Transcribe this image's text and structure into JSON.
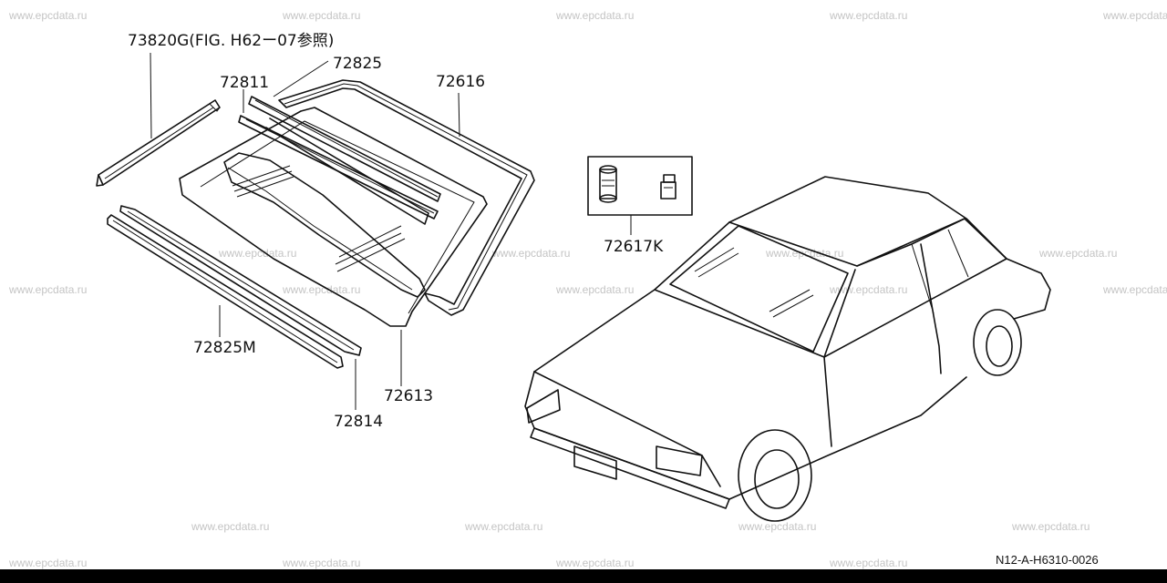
{
  "watermark": "www.epcdata.ru",
  "drawing_code": "N12-A-H6310-0026",
  "parts": {
    "p73820g": "73820G(FIG. H62ー07参照)",
    "p72825": "72825",
    "p72811": "72811",
    "p72616": "72616",
    "p72617k": "72617K",
    "p72825m": "72825M",
    "p72613": "72613",
    "p72814": "72814"
  }
}
